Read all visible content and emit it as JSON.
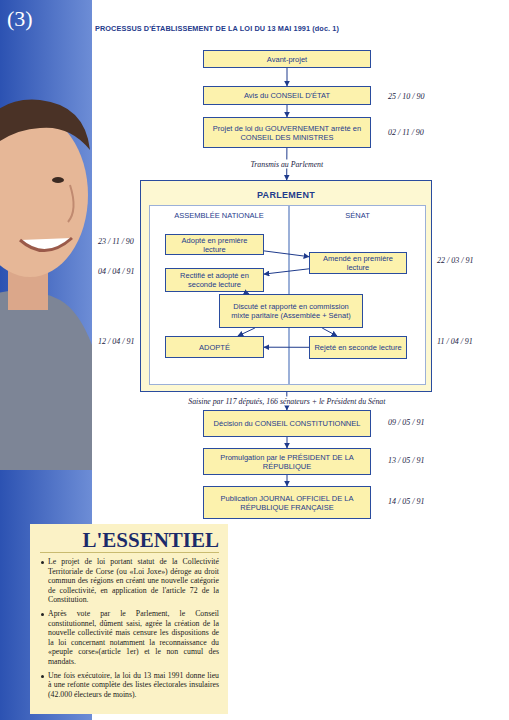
{
  "diagram": {
    "title": "PROCESSUS D'ÉTABLISSEMENT DE LA LOI DU 13 MAI 1991 (doc. 1)",
    "nodes": [
      {
        "text": [
          "Avant-projet"
        ]
      },
      {
        "text": [
          "Avis du CONSEIL D'ÉTAT"
        ]
      },
      {
        "text": [
          "Projet de loi du GOUVERNEMENT arrêté en CONSEIL DES MINISTRES"
        ]
      },
      {
        "text": [
          "PARLEMENT"
        ]
      },
      {
        "text": [
          "ASSEMBLÉE NATIONALE"
        ],
        "in": 3
      },
      {
        "text": [
          "SÉNAT"
        ],
        "in": 3
      },
      {
        "text": [
          "Adopté en première lecture"
        ],
        "in": 4
      },
      {
        "text": [
          "Amendé en première lecture"
        ],
        "in": 5
      },
      {
        "text": [
          "Rectifié et adopté en seconde lecture"
        ],
        "in": 4
      },
      {
        "text": [
          "Discuté et rapporté en commission mixte paritaire (Assemblée + Sénat)"
        ],
        "in": 3
      },
      {
        "text": [
          "ADOPTÉ"
        ],
        "in": 4
      },
      {
        "text": [
          "Rejeté en seconde lecture"
        ],
        "in": 5
      },
      {
        "text": [
          "Décision du CONSEIL CONSTITUTIONNEL"
        ]
      },
      {
        "text": [
          "Promulgation par le PRÉSIDENT DE LA RÉPUBLIQUE"
        ]
      },
      {
        "text": [
          "Publication JOURNAL OFFICIEL DE LA RÉPUBLIQUE FRANÇAISE"
        ]
      },
      {
        "text": [
          "L'ESSENTIEL",
          "Le projet de loi portant statut de la Collectivité Territoriale de Corse (ou «Loi Joxe») déroge au droit commun des régions en créant une nouvelle catégorie de collectivité, en application de l'article 72 de la Constitution.",
          "Après vote par le Parlement, le Conseil constitutionnel, dûment saisi, agrée la création de la nouvelle collectivité mais censure les dispositions de la loi concernant notamment la reconnaissance du «peuple corse»(article 1er) et le non cumul des mandats.",
          "Une fois exécutoire, la loi du 13 mai 1991 donne lieu à une refonte complète des listes électorales insulaires (42.000 électeurs de moins)."
        ]
      }
    ],
    "edges": [
      {
        "from": 0,
        "to": 1,
        "arrow": "to"
      },
      {
        "from": 1,
        "to": 2,
        "arrow": "to"
      },
      {
        "from": 2,
        "to": 3,
        "label": "Transmis au Parlement",
        "arrow": "to"
      },
      {
        "from": 6,
        "to": 7,
        "arrow": "to"
      },
      {
        "from": 7,
        "to": 8,
        "arrow": "to"
      },
      {
        "from": 8,
        "to": 9,
        "arrow": "to"
      },
      {
        "from": 9,
        "to": 10,
        "arrow": "to"
      },
      {
        "from": 9,
        "to": 11,
        "arrow": "to"
      },
      {
        "from": 11,
        "to": 10,
        "arrow": "to"
      },
      {
        "from": 3,
        "to": 12,
        "label": "Saisine par 117 députés, 166 sénateurs + le Président du Sénat",
        "arrow": "to"
      },
      {
        "from": 12,
        "to": 13,
        "arrow": "to"
      },
      {
        "from": 13,
        "to": 14,
        "arrow": "to"
      }
    ],
    "labels": [
      "(3)",
      "25 / 10 / 90",
      "02 / 11 / 90",
      "23 / 11 / 90",
      "22 / 03 / 91",
      "04 / 04 / 91",
      "12 / 04 / 91",
      "11 / 04 / 91",
      "09 / 05 / 91",
      "13 / 05 / 91",
      "14 / 05 / 91"
    ]
  }
}
